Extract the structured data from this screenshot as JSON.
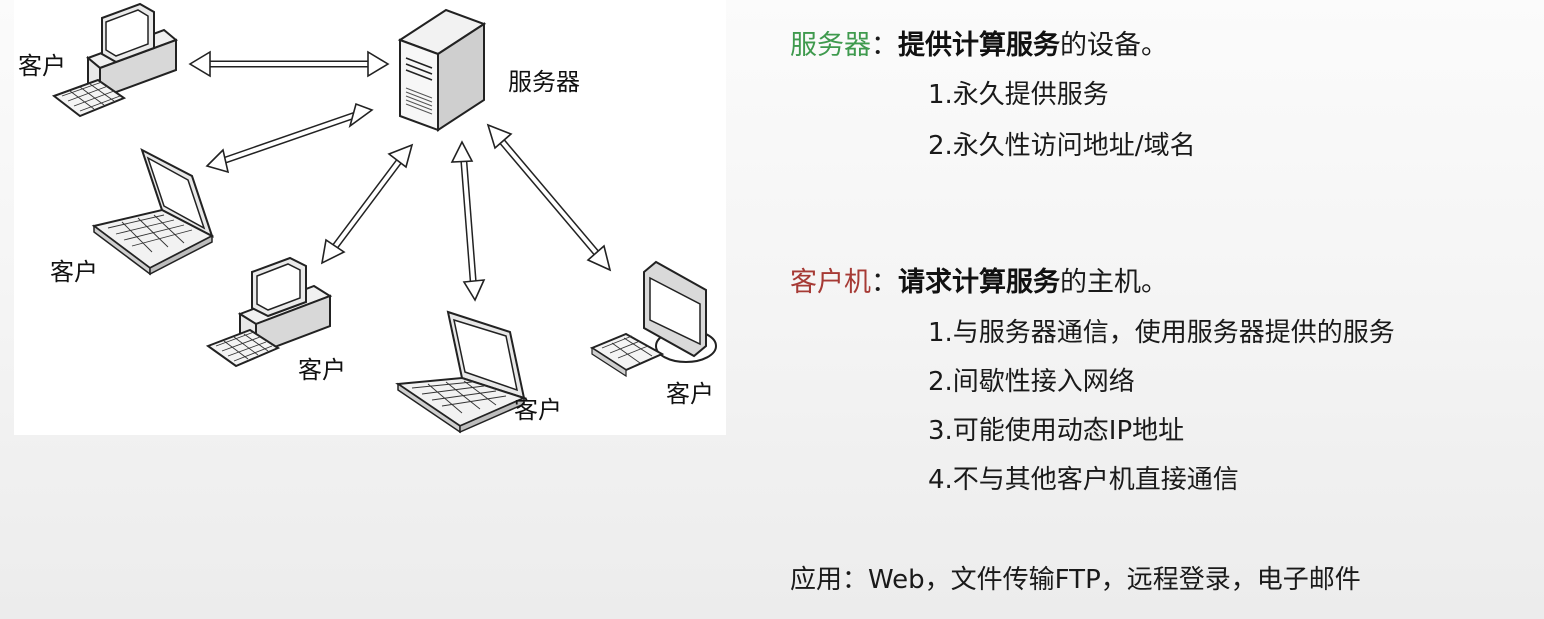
{
  "diagram": {
    "server_label": "服务器",
    "client_label": "客户",
    "clients": [
      {
        "kind": "desktop",
        "label": "客户"
      },
      {
        "kind": "laptop",
        "label": "客户"
      },
      {
        "kind": "desktop",
        "label": "客户"
      },
      {
        "kind": "laptop",
        "label": "客户"
      },
      {
        "kind": "monitor",
        "label": "客户"
      }
    ]
  },
  "server_section": {
    "term": "服务器",
    "colon": "：",
    "bold": "提供计算服务",
    "rest": "的设备。",
    "items": [
      "1.永久提供服务",
      "2.永久性访问地址/域名"
    ],
    "term_color": "#3f9a4e"
  },
  "client_section": {
    "term": "客户机",
    "colon": "：",
    "bold": "请求计算服务",
    "rest": "的主机。",
    "items": [
      "1.与服务器通信，使用服务器提供的服务",
      "2.间歇性接入网络",
      "3.可能使用动态IP地址",
      "4.不与其他客户机直接通信"
    ],
    "term_color": "#a63a35"
  },
  "applications": {
    "text": "应用：Web，文件传输FTP，远程登录，电子邮件"
  }
}
